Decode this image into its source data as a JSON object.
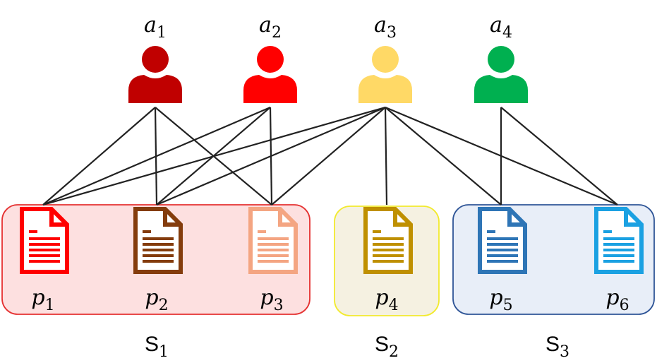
{
  "authors": [
    {
      "letter": "a",
      "sub": "1",
      "color": "#C00000"
    },
    {
      "letter": "a",
      "sub": "2",
      "color": "#FF0000"
    },
    {
      "letter": "a",
      "sub": "3",
      "color": "#FFD966"
    },
    {
      "letter": "a",
      "sub": "4",
      "color": "#00B050"
    }
  ],
  "papers": [
    {
      "letter": "p",
      "sub": "1",
      "color": "#FF0000"
    },
    {
      "letter": "p",
      "sub": "2",
      "color": "#843C0C"
    },
    {
      "letter": "p",
      "sub": "3",
      "color": "#F4A582"
    },
    {
      "letter": "p",
      "sub": "4",
      "color": "#BF9000"
    },
    {
      "letter": "p",
      "sub": "5",
      "color": "#2E75B6"
    },
    {
      "letter": "p",
      "sub": "6",
      "color": "#1BA1E2"
    }
  ],
  "groups": [
    {
      "letter": "S",
      "sub": "1",
      "fill": "#FDE0E0",
      "stroke": "#E53030"
    },
    {
      "letter": "S",
      "sub": "2",
      "fill": "#F5F1E1",
      "stroke": "#F2EA2E"
    },
    {
      "letter": "S",
      "sub": "3",
      "fill": "#E8EEF8",
      "stroke": "#2F5597"
    }
  ],
  "edges": [
    [
      "a1",
      "p1"
    ],
    [
      "a1",
      "p2"
    ],
    [
      "a1",
      "p3"
    ],
    [
      "a2",
      "p1"
    ],
    [
      "a2",
      "p2"
    ],
    [
      "a2",
      "p3"
    ],
    [
      "a3",
      "p1"
    ],
    [
      "a3",
      "p2"
    ],
    [
      "a3",
      "p3"
    ],
    [
      "a3",
      "p4"
    ],
    [
      "a3",
      "p5"
    ],
    [
      "a3",
      "p6"
    ],
    [
      "a4",
      "p5"
    ],
    [
      "a4",
      "p6"
    ]
  ]
}
